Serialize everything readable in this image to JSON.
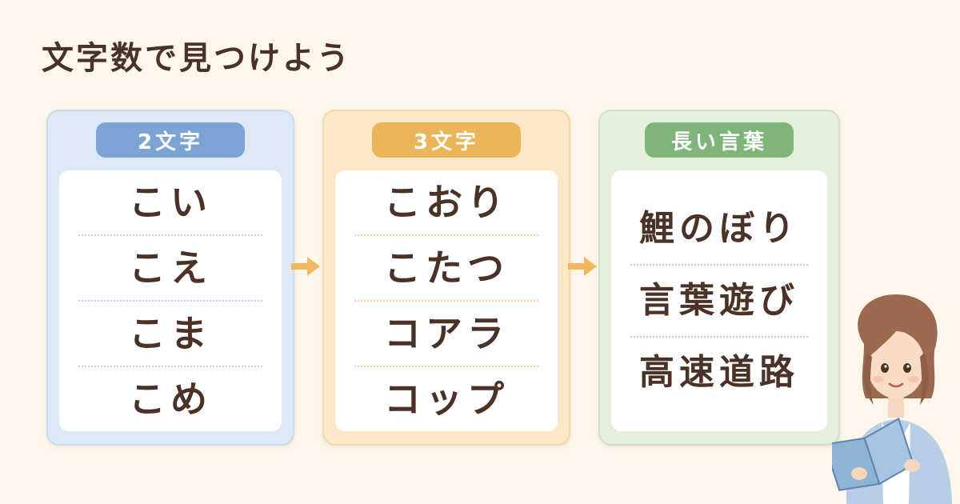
{
  "title": "文字数で見つけよう",
  "columns": [
    {
      "label": "2文字",
      "words": [
        "こい",
        "こえ",
        "こま",
        "こめ"
      ]
    },
    {
      "label": "3文字",
      "words": [
        "こおり",
        "こたつ",
        "コアラ",
        "コップ"
      ]
    },
    {
      "label": "長い言葉",
      "words": [
        "鯉のぼり",
        "言葉遊び",
        "高速道路"
      ]
    }
  ],
  "colors": {
    "background": "#fcf7ea",
    "blue": "#7ba3d3",
    "orange": "#ecb55a",
    "green": "#7fb57a",
    "arrow": "#f1b862",
    "text": "#4a3226"
  }
}
